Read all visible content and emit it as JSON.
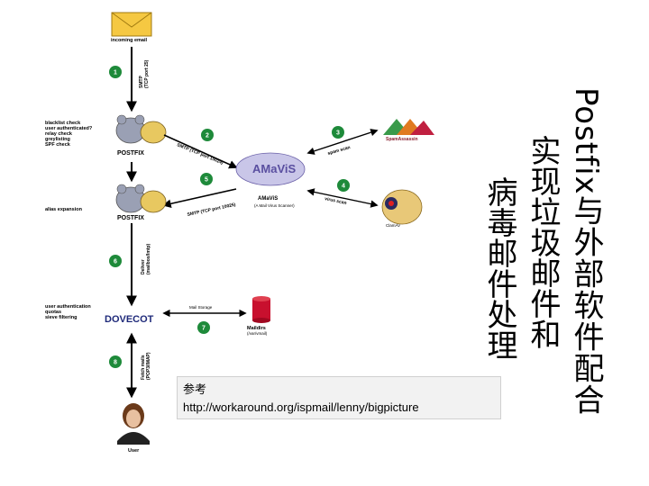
{
  "slide": {
    "title": "Postfix与外部软件配合",
    "subtitle_col1": "实现垃圾邮件和",
    "subtitle_col2": "病毒邮件处理",
    "reference_label": "参考",
    "reference_url": "http://workaround.org/ispmail/lenny/bigpicture"
  },
  "diagram": {
    "incoming_email": "incoming email",
    "smtp_port_25": "SMTP\n(TCP port 25)",
    "postfix_label": "POSTFIX",
    "blacklist_lines": [
      "blacklist check",
      "user authenticated?",
      "relay check",
      "greylisting",
      "SPF check"
    ],
    "alias_expansion": "alias expansion",
    "smtp_port_10024": "SMTP (TCP port 10024)",
    "smtp_port_10025": "SMTP (TCP port 10025)",
    "spam_scan": "spam scan",
    "virus_scan": "virus scan",
    "amavis_label": "AMaViS",
    "amavis_sub": "(A Mail Virus Scanner)",
    "spamassassin": "SpamAssassin",
    "clamav": "ClamAV",
    "deliver": "Deliver\n(mailbox/lmtp)",
    "user_auth_lines": [
      "user authentication",
      "quotas",
      "sieve filtering"
    ],
    "dovecot": "DOVECOT",
    "mail_storage": "Mail Storage",
    "maildirs": "Maildirs",
    "maildirs_sub": "(/var/vmail)",
    "fetch_mails": "Fetch mails\n(POP3/IMAP)",
    "user": "User",
    "steps": [
      "1",
      "2",
      "3",
      "4",
      "5",
      "6",
      "7",
      "8"
    ],
    "colors": {
      "step": "#1e8a3a",
      "postfix": "#9aa0b4",
      "maildir": "#c8102e",
      "dovecot": "#1f2a7a"
    }
  }
}
